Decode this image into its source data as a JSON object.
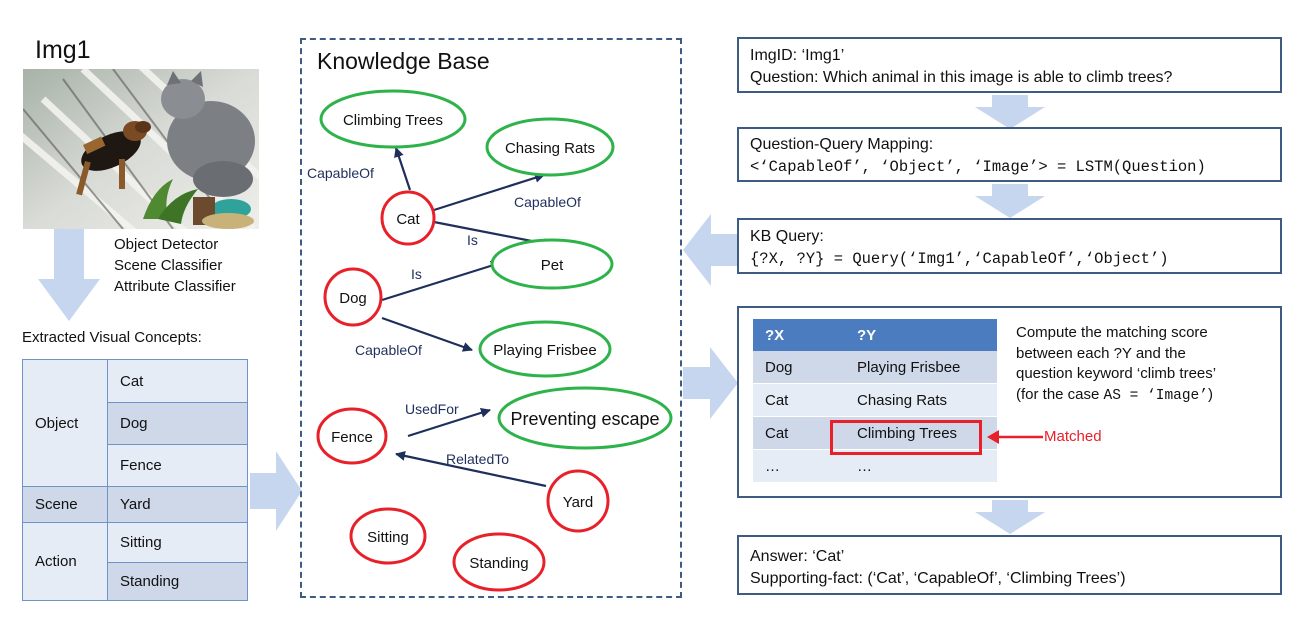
{
  "left": {
    "image_title": "Img1",
    "image_alt": "photo of a dog and a gray cat on a yard fence",
    "detectors": [
      "Object Detector",
      "Scene Classifier",
      "Attribute Classifier"
    ],
    "extracted_title": "Extracted Visual Concepts:",
    "concepts": [
      {
        "group": "Object",
        "items": [
          "Cat",
          "Dog",
          "Fence"
        ]
      },
      {
        "group": "Scene",
        "items": [
          "Yard"
        ]
      },
      {
        "group": "Action",
        "items": [
          "Sitting",
          "Standing"
        ]
      }
    ]
  },
  "kb": {
    "title": "Knowledge Base",
    "nodes": {
      "climbing_trees": "Climbing Trees",
      "chasing_rats": "Chasing Rats",
      "cat": "Cat",
      "pet": "Pet",
      "dog": "Dog",
      "playing_frisbee": "Playing Frisbee",
      "fence": "Fence",
      "preventing_escape": "Preventing escape",
      "yard": "Yard",
      "sitting": "Sitting",
      "standing": "Standing"
    },
    "edges": {
      "cat_climbing": "CapableOf",
      "cat_chasing": "CapableOf",
      "cat_pet": "Is",
      "dog_pet": "Is",
      "dog_frisbee": "CapableOf",
      "fence_escape": "UsedFor",
      "yard_fence": "RelatedTo"
    }
  },
  "right": {
    "input": {
      "imgid": "ImgID: ‘Img1’",
      "question": "Question: Which animal in this image is able to climb trees?"
    },
    "mapping": {
      "title": "Question-Query Mapping:",
      "code": "<‘CapableOf’, ‘Object’, ‘Image’> = LSTM(Question)"
    },
    "query": {
      "title": "KB Query:",
      "code": "{?X, ?Y} = Query(‘Img1’,‘CapableOf’,‘Object’)"
    },
    "results": {
      "headers": [
        "?X",
        "?Y"
      ],
      "rows": [
        [
          "Dog",
          "Playing Frisbee"
        ],
        [
          "Cat",
          "Chasing Rats"
        ],
        [
          "Cat",
          "Climbing Trees"
        ],
        [
          "…",
          "…"
        ]
      ],
      "description": [
        "Compute the matching score",
        "between each ?Y and the",
        "question keyword ‘climb trees’"
      ],
      "desc_case_prefix": "(for the case ",
      "desc_case_code": "AS = ‘Image’",
      "desc_case_suffix": ")",
      "matched": "Matched"
    },
    "answer": {
      "answer": "Answer: ‘Cat’",
      "fact": "Supporting-fact: (‘Cat’, ‘CapableOf’, ‘Climbing Trees’)"
    }
  },
  "colors": {
    "box_border": "#3e5c82",
    "arrow_fill": "#c5d6ee",
    "red": "#e8202a",
    "green": "#2db34a",
    "edge": "#1f2f5c",
    "table_header": "#4c7cc0"
  }
}
